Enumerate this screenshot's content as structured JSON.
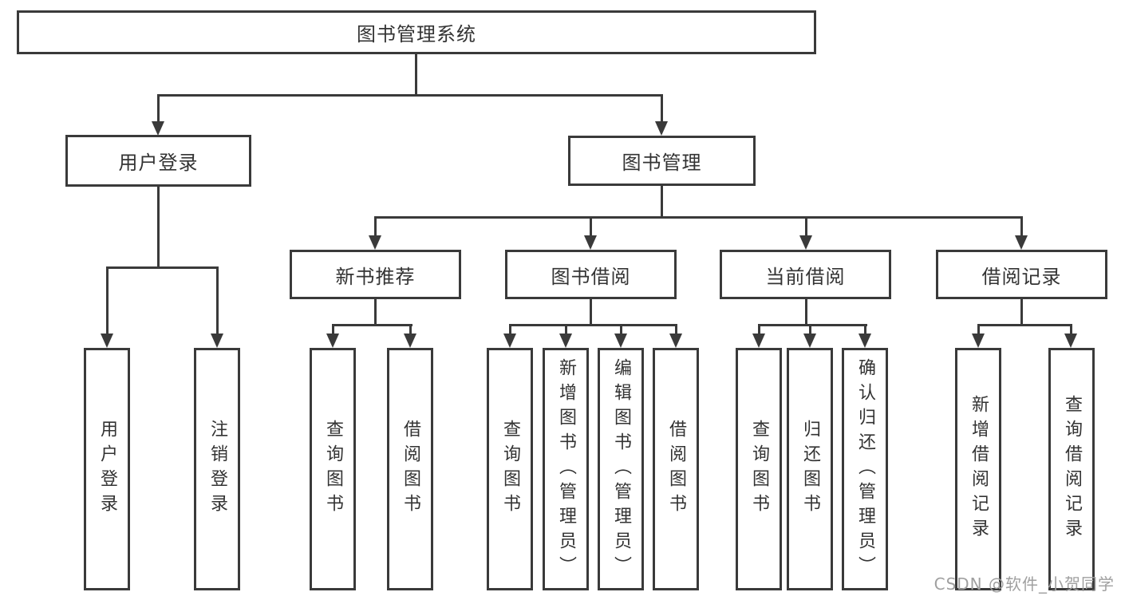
{
  "diagram": {
    "title": "图书管理系统",
    "watermark": "CSDN @软件_小贺同学",
    "colors": {
      "line": "#3a3a3a",
      "text": "#333333",
      "background": "#ffffff",
      "watermark": "#a0a0a0"
    },
    "nodes": {
      "root": "图书管理系统",
      "user_login": "用户登录",
      "book_management": "图书管理",
      "new_book_recommend": "新书推荐",
      "book_borrow": "图书借阅",
      "current_borrow": "当前借阅",
      "borrow_records": "借阅记录",
      "leaves": {
        "login_user": "用户登录",
        "login_logout": "注销登录",
        "rec_query_book": "查询图书",
        "rec_borrow_book": "借阅图书",
        "bb_query_book": "查询图书",
        "bb_add_book": "新增图书（管理员）",
        "bb_edit_book": "编辑图书（管理员）",
        "bb_borrow_book": "借阅图书",
        "cb_query_book": "查询图书",
        "cb_return_book": "归还图书",
        "cb_confirm_return": "确认归还（管理员）",
        "br_add_record": "新增借阅记录",
        "br_query_record": "查询借阅记录"
      }
    }
  }
}
